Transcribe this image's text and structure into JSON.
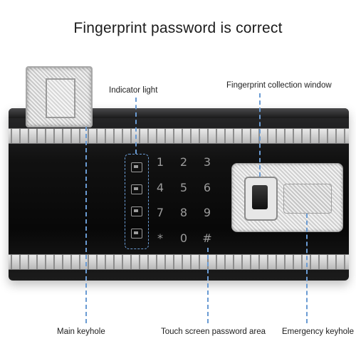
{
  "title": "Fingerprint password is correct",
  "labels": {
    "indicator_light": "Indicator light",
    "fingerprint_window": "Fingerprint collection window",
    "main_keyhole": "Main keyhole",
    "touch_screen": "Touch screen password area",
    "emergency_keyhole": "Emergency keyhole"
  },
  "keypad": [
    "1",
    "2",
    "3",
    "4",
    "5",
    "6",
    "7",
    "8",
    "9",
    "*",
    "0",
    "#"
  ],
  "colors": {
    "leader_line": "#6a9bd3",
    "panel": "#0b0b0b",
    "key_text": "#9b9b9b"
  },
  "indicator_icons": [
    "lock-open-icon",
    "lock-icon",
    "power-icon",
    "battery-icon"
  ]
}
